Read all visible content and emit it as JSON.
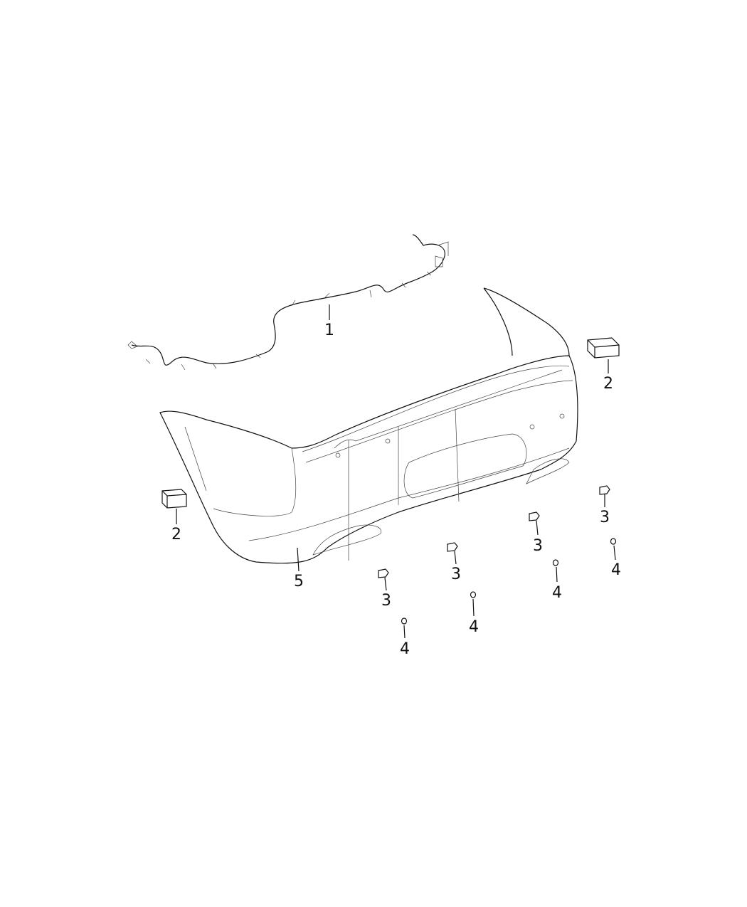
{
  "diagram": {
    "parts": [
      {
        "callout": "1",
        "part": "wiring-harness"
      },
      {
        "callout": "2",
        "part": "module-right"
      },
      {
        "callout": "2",
        "part": "module-left"
      },
      {
        "callout": "3",
        "part": "sensor"
      },
      {
        "callout": "3",
        "part": "sensor"
      },
      {
        "callout": "3",
        "part": "sensor"
      },
      {
        "callout": "3",
        "part": "sensor"
      },
      {
        "callout": "4",
        "part": "grommet"
      },
      {
        "callout": "4",
        "part": "grommet"
      },
      {
        "callout": "4",
        "part": "grommet"
      },
      {
        "callout": "4",
        "part": "grommet"
      },
      {
        "callout": "5",
        "part": "bumper-fascia"
      }
    ],
    "line_color": "#111111",
    "background": "#ffffff"
  }
}
